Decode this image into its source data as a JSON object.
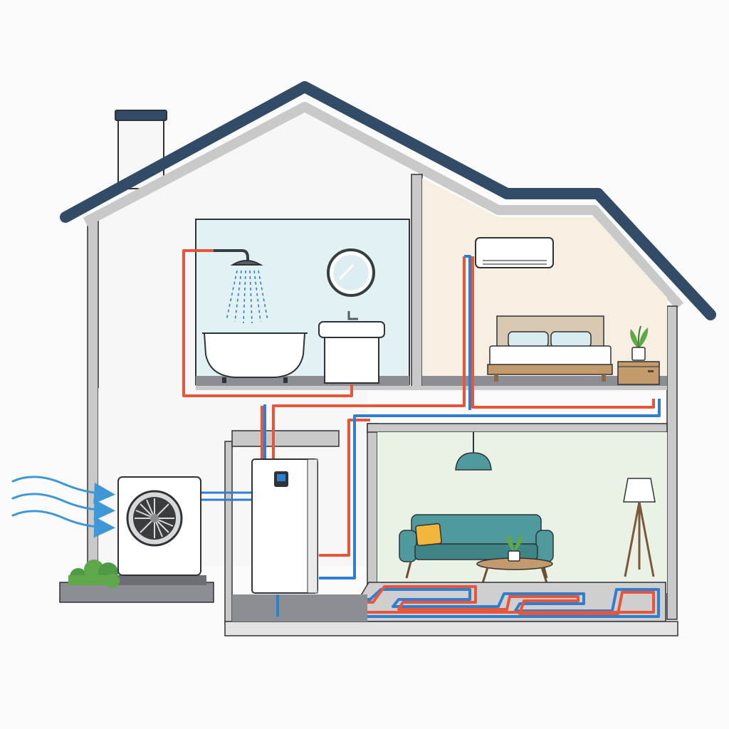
{
  "diagram": {
    "colors": {
      "background": "#fbfbfb",
      "outline": "#2f3338",
      "roof": "#324b66",
      "wall": "#c9c9c9",
      "attic": "#f7f7f7",
      "bathroom": "#e2f1f3",
      "bedroom": "#f7f0e2",
      "living_room": "#eaf2e6",
      "hot_pipe": "#e8563a",
      "cold_pipe": "#2f7fd0",
      "airflow": "#3e98d6",
      "sofa": "#4e9a9c",
      "cushion": "#f2b63a",
      "plant": "#5fa84a",
      "wood": "#c39a6b",
      "appliance": "#ffffff",
      "screen": "#2f7fd0"
    },
    "components": [
      {
        "id": "heat-pump-outdoor-unit",
        "icon": "fan-icon"
      },
      {
        "id": "indoor-hydronic-unit",
        "icon": "control-screen-icon"
      },
      {
        "id": "shower",
        "icon": "shower-head-icon"
      },
      {
        "id": "bathtub",
        "icon": "bathtub-icon"
      },
      {
        "id": "sink",
        "icon": "sink-icon"
      },
      {
        "id": "mirror",
        "icon": "mirror-icon"
      },
      {
        "id": "air-conditioner",
        "icon": "ac-unit-icon"
      },
      {
        "id": "bed",
        "icon": "bed-icon"
      },
      {
        "id": "sofa",
        "icon": "sofa-icon"
      },
      {
        "id": "pendant-lamp",
        "icon": "lamp-icon"
      },
      {
        "id": "floor-lamp",
        "icon": "floor-lamp-icon"
      },
      {
        "id": "underfloor-heating",
        "icon": "underfloor-heating-icon"
      }
    ]
  }
}
